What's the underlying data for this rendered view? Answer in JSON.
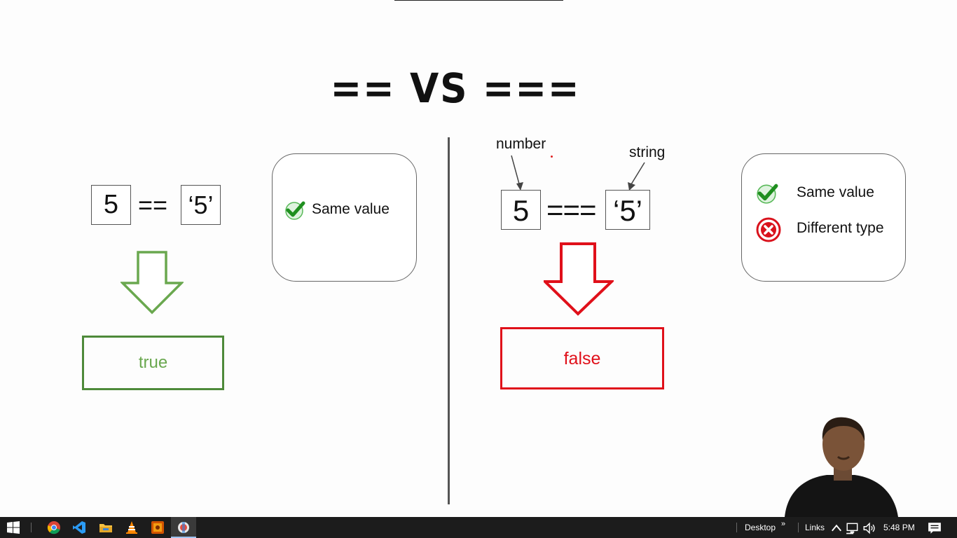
{
  "slide": {
    "title": "== VS ===",
    "left": {
      "operand_left": "5",
      "operator": "==",
      "operand_right": "‘5’",
      "note_items": [
        {
          "icon": "check-icon",
          "text": "Same value"
        }
      ],
      "result": "true",
      "result_color": "#6aa84f"
    },
    "right": {
      "annotation_left": "number",
      "annotation_right": "string",
      "operand_left": "5",
      "operator": "===",
      "operand_right": "‘5’",
      "note_items": [
        {
          "icon": "check-icon",
          "text": "Same value"
        },
        {
          "icon": "cross-icon",
          "text": "Different type"
        }
      ],
      "result": "false",
      "result_color": "#e0101a"
    }
  },
  "taskbar": {
    "desktop_label": "Desktop",
    "links_label": "Links",
    "time": "5:48 PM"
  }
}
